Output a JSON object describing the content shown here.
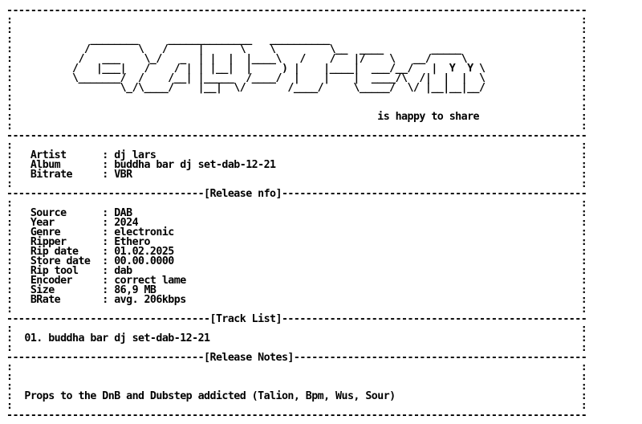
{
  "nfo": {
    "lines": [
      "-------------------------------------------------------------------------------------------------",
      ":                                                                                               :",
      ":                                                                                               :",
      ":             ________     ______________   __________                                          :",
      ":            /        \\   /     |      \\    \\         \\__  ____        _____                    :",
      ":           /   ___    \\_/   _  | |  |  |____\\   /    /   |/    \\   __/     \\                   :",
      ":          /   |___|   /    / | | |__|  |     ) |    |____|  ___/__/   |  Y  Y \\                :",
      ":          \\_______/  /    /__| |_____  /____/  |    |    |  ____/\\  /|  |  |  \\                :",
      ":                  \\_/\\____/    |__|  \\/       /____/     \\_____/  \\/ |__|__|__/                :",
      ":                                                                                               :",
      ":                                                                                               :",
      ":                                                             is happy to share                 :",
      ":                                                                                               :",
      "-------------------------------------------------------------------------------------------------",
      ":                                                                                               :",
      ":   Artist      : dj lars                                                                       :",
      ":   Album       : buddha bar dj set-dab-12-21                                                   :",
      ":   Bitrate     : VBR                                                                           :",
      ":                                                                                               :",
      "---------------------------------[Release nfo]---------------------------------------------------",
      ":                                                                                               :",
      ":   Source      : DAB                                                                           :",
      ":   Year        : 2024                                                                          :",
      ":   Genre       : electronic                                                                    :",
      ":   Ripper      : Ethero                                                                        :",
      ":   Rip date    : 01.02.2025                                                                    :",
      ":   Store date  : 00.00.0000                                                                    :",
      ":   Rip tool    : dab                                                                           :",
      ":   Encoder     : correct lame                                                                  :",
      ":   Size        : 86,9 MB                                                                       :",
      ":   BRate       : avg. 206kbps                                                                  :",
      ":                                                                                               :",
      "----------------------------------[Track List]---------------------------------------------------",
      ":                                                                                               :",
      ":  01. buddha bar dj set-dab-12-21                                                              :",
      ":                                                                                               :",
      "---------------------------------[Release Notes]-------------------------------------------------",
      ":                                                                                               :",
      ":                                                                                               :",
      ":                                                                                               :",
      ":  Props to the DnB and Dubstep addicted (Talion, Bpm, Wus, Sour)                               :",
      ":                                                                                               :",
      "-------------------------------------------------------------------------------------------------"
    ]
  }
}
